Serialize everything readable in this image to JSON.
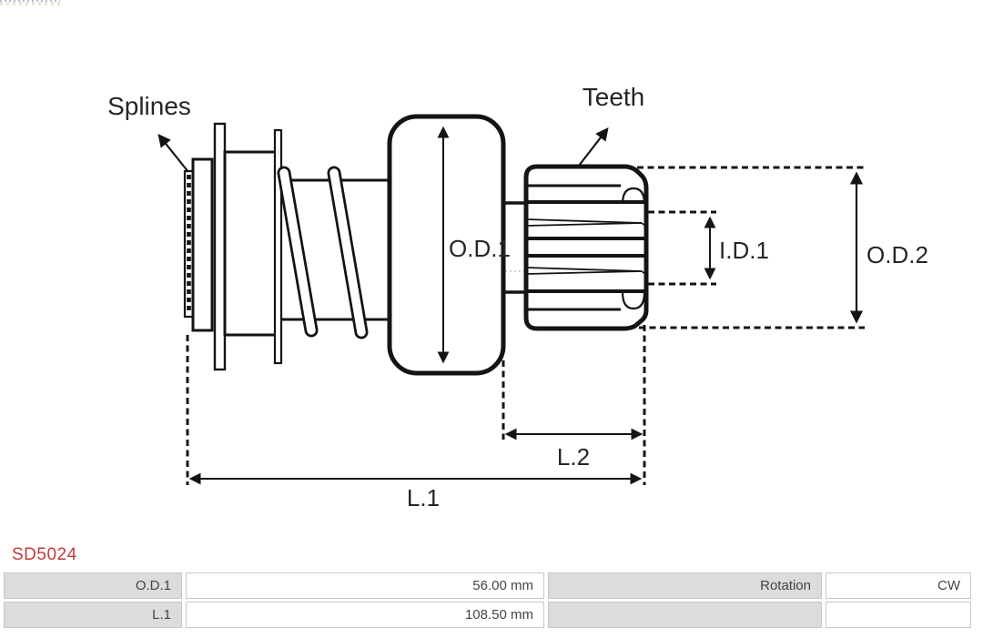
{
  "diagram": {
    "callouts": {
      "splines": "Splines",
      "teeth": "Teeth"
    },
    "dimensions": {
      "od1": "O.D.1",
      "id1": "I.D.1",
      "od2": "O.D.2",
      "l2": "L.2",
      "l1": "L.1"
    }
  },
  "part_number": "SD5024",
  "spec_table": {
    "rows": [
      {
        "label": "O.D.1",
        "value": "56.00 mm",
        "label2": "Rotation",
        "value2": "CW"
      },
      {
        "label": "L.1",
        "value": "108.50 mm",
        "label2": "",
        "value2": ""
      }
    ]
  },
  "colors": {
    "part_number": "#c23a3a",
    "drawing_line": "#141414",
    "table_label_bg": "#dcdcdc",
    "table_border": "#c9c9c9"
  },
  "icons": {
    "top_left": "cropped-brand-logo-strip"
  }
}
